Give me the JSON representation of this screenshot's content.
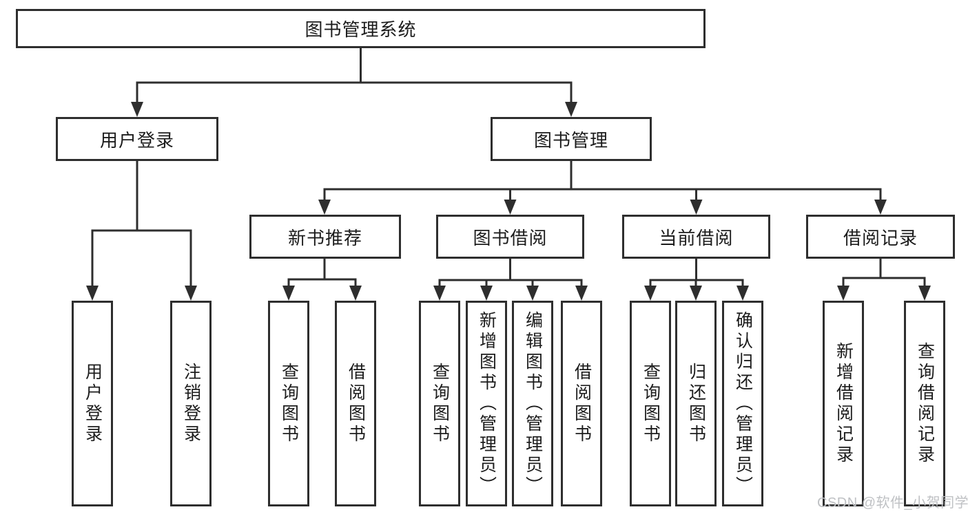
{
  "diagram": {
    "type": "hierarchy-tree",
    "title": "图书管理系统"
  },
  "nodes": {
    "root": {
      "label": "图书管理系统"
    },
    "user_login": {
      "label": "用户登录"
    },
    "book_mgmt": {
      "label": "图书管理"
    },
    "new_book_rec": {
      "label": "新书推荐"
    },
    "book_borrow": {
      "label": "图书借阅"
    },
    "current_borrow": {
      "label": "当前借阅"
    },
    "borrow_record": {
      "label": "借阅记录"
    },
    "leaf_user_login": {
      "label": "用户登录"
    },
    "leaf_logout": {
      "label": "注销登录"
    },
    "leaf_query_book_newrec": {
      "label": "查询图书"
    },
    "leaf_borrow_book_newrec": {
      "label": "借阅图书"
    },
    "leaf_query_book_borrow": {
      "label": "查询图书"
    },
    "leaf_add_book_admin": {
      "label": "新增图书（管理员）"
    },
    "leaf_edit_book_admin": {
      "label": "编辑图书（管理员）"
    },
    "leaf_borrow_book_borrow": {
      "label": "借阅图书"
    },
    "leaf_query_book_current": {
      "label": "查询图书"
    },
    "leaf_return_book": {
      "label": "归还图书"
    },
    "leaf_confirm_return_admin": {
      "label": "确认归还（管理员）"
    },
    "leaf_add_borrow_record": {
      "label": "新增借阅记录"
    },
    "leaf_query_borrow_record": {
      "label": "查询借阅记录"
    }
  },
  "hierarchy": {
    "图书管理系统": {
      "用户登录": [
        "用户登录",
        "注销登录"
      ],
      "图书管理": {
        "新书推荐": [
          "查询图书",
          "借阅图书"
        ],
        "图书借阅": [
          "查询图书",
          "新增图书（管理员）",
          "编辑图书（管理员）",
          "借阅图书"
        ],
        "当前借阅": [
          "查询图书",
          "归还图书",
          "确认归还（管理员）"
        ],
        "借阅记录": [
          "新增借阅记录",
          "查询借阅记录"
        ]
      }
    }
  },
  "watermark": {
    "text": "CSDN @软件_小贺同学",
    "color": "#bfc1c4"
  },
  "colors": {
    "line": "#2e2e2e",
    "box_border": "#2e2e2e",
    "text": "#1c1c1c",
    "background": "#ffffff"
  }
}
